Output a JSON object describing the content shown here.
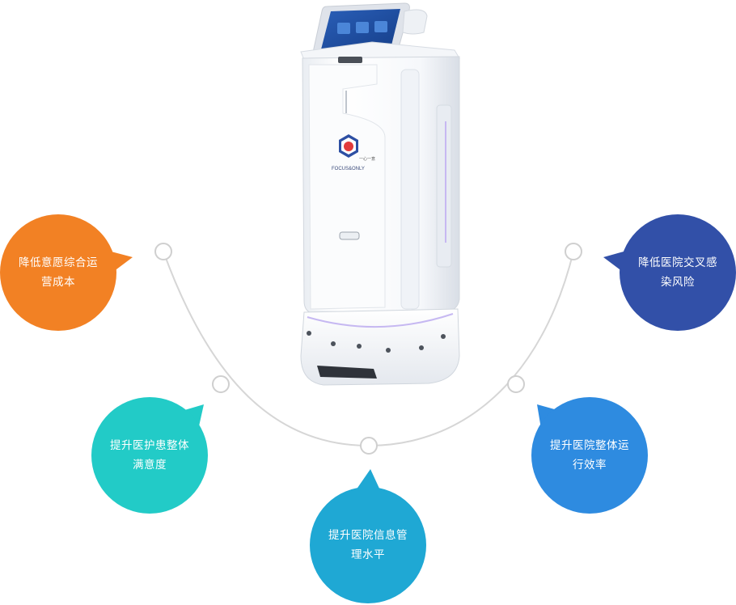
{
  "robot": {
    "logo_text_cn": "一心一意",
    "logo_text_en": "FOCUS&ONLY"
  },
  "benefits": [
    {
      "id": "cost",
      "text": "降低意愿综合运\n营成本",
      "color": "#F28124"
    },
    {
      "id": "satisfaction",
      "text": "提升医护患整体\n满意度",
      "color": "#22CBC7"
    },
    {
      "id": "info",
      "text": "提升医院信息管\n理水平",
      "color": "#1FA8D4"
    },
    {
      "id": "efficiency",
      "text": "提升医院整体运\n行效率",
      "color": "#2E8BE0"
    },
    {
      "id": "infection",
      "text": "降低医院交叉感\n染风险",
      "color": "#3250A8"
    }
  ],
  "colors": {
    "arc": "#D6D6D6",
    "node_fill": "#FFFFFF",
    "node_stroke": "#CFCFCF"
  }
}
